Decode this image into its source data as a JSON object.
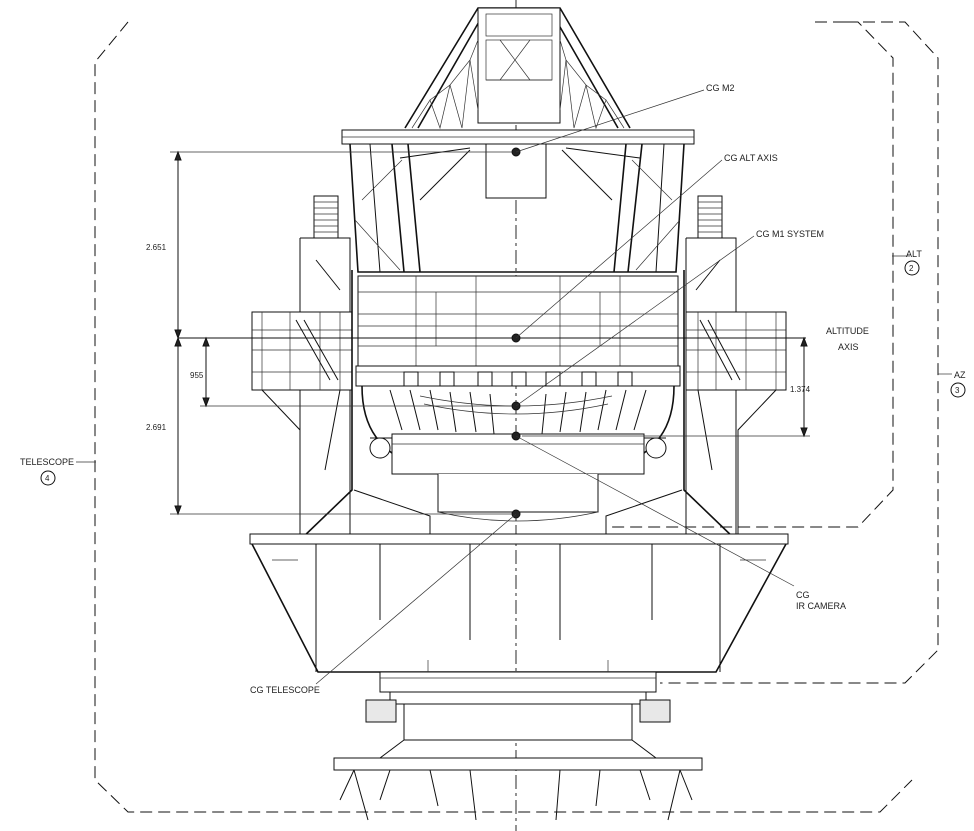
{
  "labels": {
    "cg_m2": "CG M2",
    "cg_alt_axis": "CG ALT AXIS",
    "cg_m1_system": "CG M1 SYSTEM",
    "altitude_axis_line1": "ALTITUDE",
    "altitude_axis_line2": "AXIS",
    "cg_ir_camera_line1": "CG",
    "cg_ir_camera_line2": "IR CAMERA",
    "cg_telescope": "CG TELESCOPE",
    "telescope": "TELESCOPE",
    "telescope_num": "4",
    "alt": "ALT",
    "alt_num": "2",
    "az": "AZ",
    "az_num": "3"
  },
  "dimensions": {
    "d_2651": "2.651",
    "d_2691": "2.691",
    "d_955": "955",
    "d_1374": "1.374"
  }
}
